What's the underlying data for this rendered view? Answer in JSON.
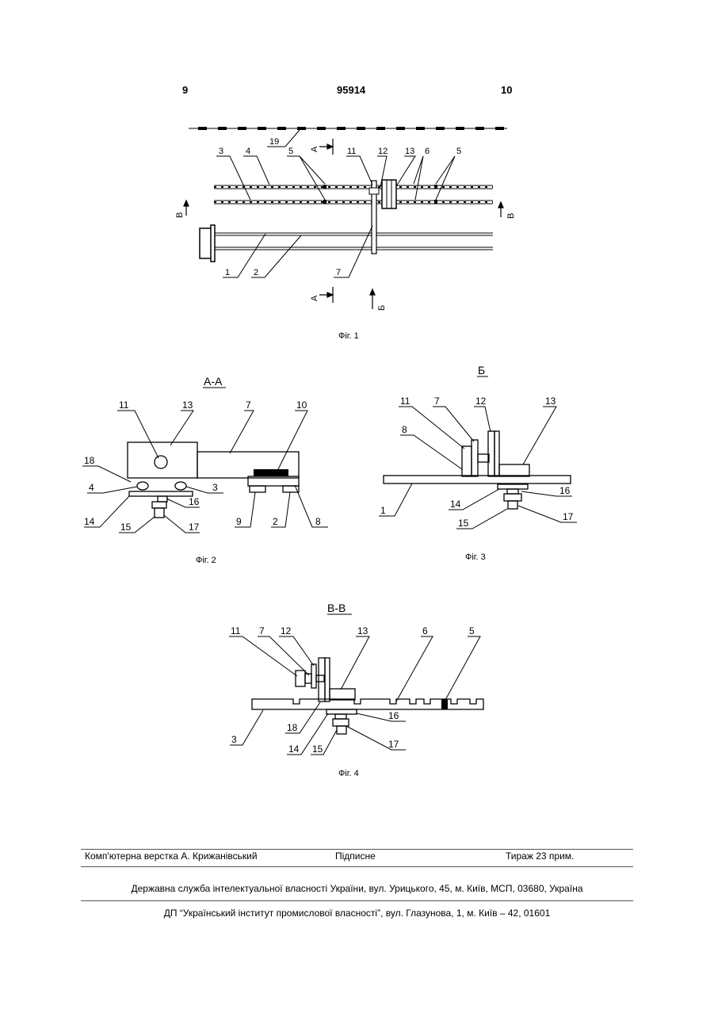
{
  "header": {
    "left_page": "9",
    "patent_number": "95914",
    "right_page": "10"
  },
  "figures": {
    "fig1": {
      "caption": "Фіг. 1"
    },
    "fig2": {
      "caption": "Фіг. 2",
      "title": "А-А"
    },
    "fig3": {
      "caption": "Фіг. 3",
      "title": "Б"
    },
    "fig4": {
      "caption": "Фіг. 4",
      "title": "В-В"
    }
  },
  "footer": {
    "layout_by": "Комп'ютерна верстка А. Крижанівський",
    "signed": "Підписне",
    "circulation": "Тираж 23 прим.",
    "office": "Державна служба інтелектуальної власності України, вул. Урицького, 45, м. Київ, МСП, 03680, Україна",
    "institute": "ДП “Український інститут промислової власності”, вул. Глазунова, 1, м. Київ – 42, 01601"
  }
}
